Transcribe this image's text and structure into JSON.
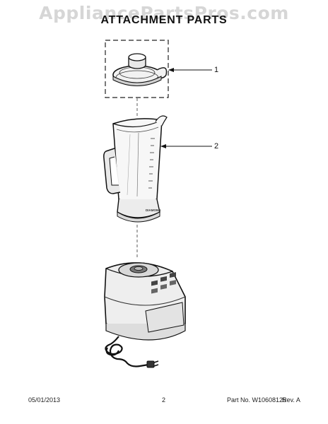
{
  "watermark": "AppliancePartsPros.com",
  "title": "ATTACHMENT PARTS",
  "callouts": [
    {
      "number": "1",
      "part": "lid"
    },
    {
      "number": "2",
      "part": "pitcher"
    }
  ],
  "jar_marking": "DIAMOND",
  "footer": {
    "date": "05/01/2013",
    "page": "2",
    "part_number": "Part No. W10608125",
    "revision": "Rev. A"
  },
  "icons": [
    "lid-icon",
    "pitcher-icon",
    "motor-base-icon",
    "power-cord-icon",
    "plug-icon"
  ]
}
